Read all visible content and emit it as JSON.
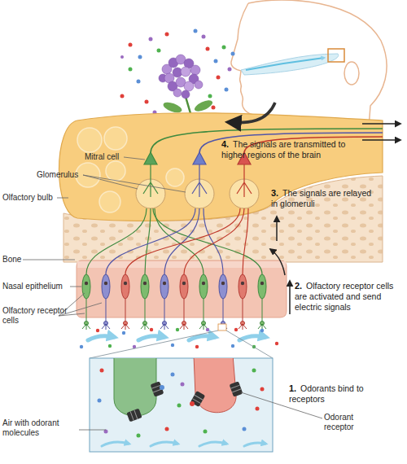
{
  "diagram": {
    "labels": [
      "Mitral cell",
      "4.",
      "The signals are transmitted to higher regions of the brain",
      "Glomerulus",
      "Olfactory bulb",
      "3.",
      "The signals are relayed in glomeruli",
      "Bone",
      "Nasal epithelium",
      "2.",
      "Olfactory receptor cells are activated and send electric signals",
      "Olfactory receptor cells",
      "1.",
      "Odorants bind to receptors",
      "Air with odorant molecules",
      "Odorant receptor"
    ]
  }
}
